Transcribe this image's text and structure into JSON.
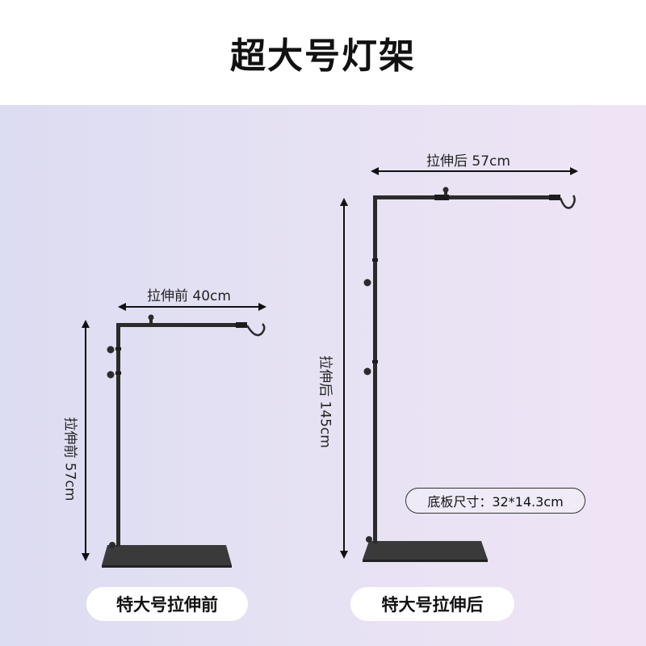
{
  "title": "超大号灯架",
  "left_stand": {
    "width_label": "拉伸前 40cm",
    "height_label": "拉伸前 57cm",
    "caption": "特大号拉伸前"
  },
  "right_stand": {
    "width_label": "拉伸后 57cm",
    "height_label": "拉伸后 145cm",
    "caption": "特大号拉伸后",
    "base_spec": "底板尺寸：32*14.3cm"
  },
  "colors": {
    "stand": "#2b2b2b",
    "base": "#3a3a3a",
    "arrow": "#111111"
  }
}
